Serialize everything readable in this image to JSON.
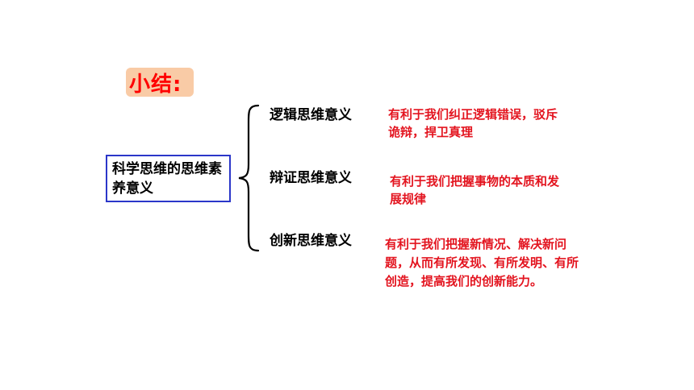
{
  "summary": {
    "title": "小结:"
  },
  "root": {
    "label": "科学思维的思维素养意义"
  },
  "branches": [
    {
      "label": "逻辑思维意义",
      "description": "有利于我们纠正逻辑错误，驳斥诡辩，捍卫真理"
    },
    {
      "label": "辩证思维意义",
      "description": "有利于我们把握事物的本质和发展规律"
    },
    {
      "label": "创新思维意义",
      "description": "有利于我们把握新情况、解决新问题，从而有所发现、有所发明、有所创造，提高我们的创新能力。"
    }
  ],
  "colors": {
    "title_text": "#ff0000",
    "title_badge": "#f9cba6",
    "root_border": "#2b36c9",
    "description_text": "#e3141f"
  }
}
